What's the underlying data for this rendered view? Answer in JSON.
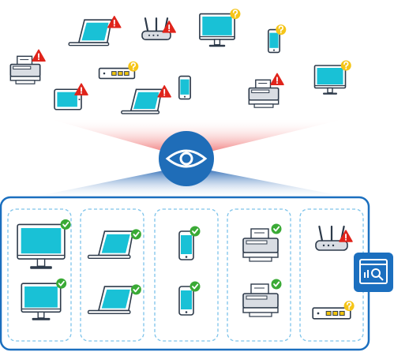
{
  "colors": {
    "outline": "#2d3a4a",
    "screen": "#19c1d6",
    "device_body": "#ffffff",
    "device_gray": "#d9dde3",
    "frame_blue": "#1b6fbf",
    "eye_blue": "#1f6db8",
    "check_green": "#3aaa35",
    "warning_red": "#e0241b",
    "unknown_yellow": "#f5c518",
    "column_dash": "#7dc3ea",
    "beam_red": "#f28c8c",
    "beam_blue": "#3d79c0",
    "led_yellow": "#f1c40f"
  },
  "unmanaged_devices": [
    {
      "type": "laptop",
      "status": "warning"
    },
    {
      "type": "router",
      "status": "warning"
    },
    {
      "type": "monitor",
      "status": "unknown"
    },
    {
      "type": "phone",
      "status": "unknown"
    },
    {
      "type": "printer",
      "status": "warning"
    },
    {
      "type": "switch",
      "status": "unknown"
    },
    {
      "type": "phone",
      "status": "none"
    },
    {
      "type": "tablet",
      "status": "warning"
    },
    {
      "type": "laptop",
      "status": "warning"
    },
    {
      "type": "printer",
      "status": "warning"
    },
    {
      "type": "monitor",
      "status": "unknown"
    }
  ],
  "center_icon": "eye-icon",
  "managed_columns": [
    {
      "category": "desktops",
      "devices": [
        {
          "type": "monitor",
          "status": "ok"
        },
        {
          "type": "monitor",
          "status": "ok"
        }
      ]
    },
    {
      "category": "laptops",
      "devices": [
        {
          "type": "laptop",
          "status": "ok"
        },
        {
          "type": "laptop",
          "status": "ok"
        }
      ]
    },
    {
      "category": "phones",
      "devices": [
        {
          "type": "phone",
          "status": "ok"
        },
        {
          "type": "phone",
          "status": "ok"
        }
      ]
    },
    {
      "category": "printers",
      "devices": [
        {
          "type": "printer",
          "status": "ok"
        },
        {
          "type": "printer",
          "status": "ok"
        }
      ]
    },
    {
      "category": "network",
      "devices": [
        {
          "type": "router",
          "status": "warning"
        },
        {
          "type": "switch",
          "status": "unknown"
        }
      ]
    }
  ],
  "side_icon": "analytics-dashboard-icon"
}
